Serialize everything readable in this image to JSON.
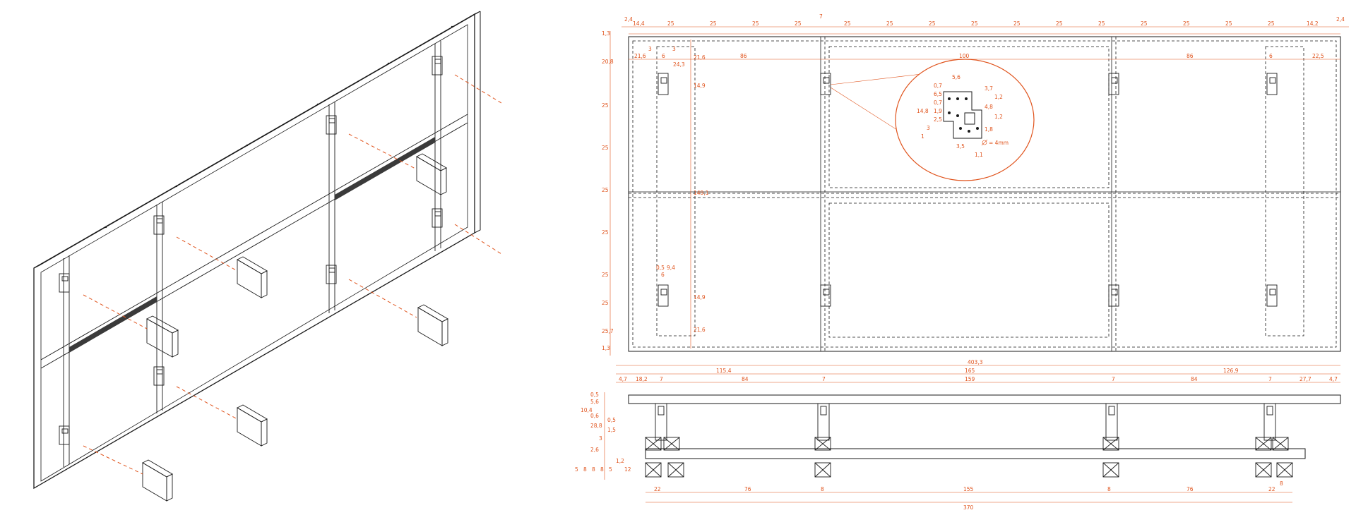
{
  "colors": {
    "ink": "#1a1a1a",
    "accent": "#e0531c",
    "background": "#ffffff"
  },
  "front_view": {
    "top_dims": [
      "2,4",
      "14,4",
      "25",
      "25",
      "25",
      "25",
      "7",
      "25",
      "25",
      "25",
      "25",
      "25",
      "25",
      "25",
      "25",
      "25",
      "25",
      "25",
      "14,2",
      "2,4"
    ],
    "row2_dims": [
      "21,6",
      "3",
      "6",
      "3",
      "86",
      "100",
      "86",
      "6",
      "22,5"
    ],
    "left_dims": [
      "1,3",
      "20,8",
      "25",
      "25",
      "25",
      "25",
      "25",
      "25",
      "25,7",
      "1,3"
    ],
    "inner_dims": [
      "24,3",
      "21,6",
      "14,9",
      "149,1",
      "14,9",
      "21,6"
    ],
    "small_dims": [
      "0,5",
      "9,4",
      "6"
    ]
  },
  "detail": {
    "dims": [
      "5,6",
      "0,7",
      "6,5",
      "0,7",
      "1,9",
      "2,5",
      "3",
      "14,8",
      "1",
      "3,7",
      "1,2",
      "4,8",
      "1,2",
      "1,8",
      "3,5",
      "1,1"
    ],
    "hole_note": "= 4mm"
  },
  "side_view": {
    "overall": "403,3",
    "segments": [
      "115,4",
      "165",
      "126,9"
    ],
    "row_dims": [
      "4,7",
      "18,2",
      "7",
      "84",
      "7",
      "159",
      "7",
      "84",
      "7",
      "27,7",
      "4,7"
    ],
    "left_dims": [
      "0,5",
      "5,6",
      "10,4",
      "0,6",
      "28,8",
      "0,5",
      "1,5",
      "3",
      "2,6"
    ],
    "left_stack": [
      "5",
      "8",
      "8",
      "8",
      "5",
      "1,2",
      "12"
    ],
    "bottom_dims": [
      "22",
      "76",
      "8",
      "155",
      "8",
      "76",
      "22"
    ],
    "bottom_total": "370",
    "foot_dim": "8"
  }
}
